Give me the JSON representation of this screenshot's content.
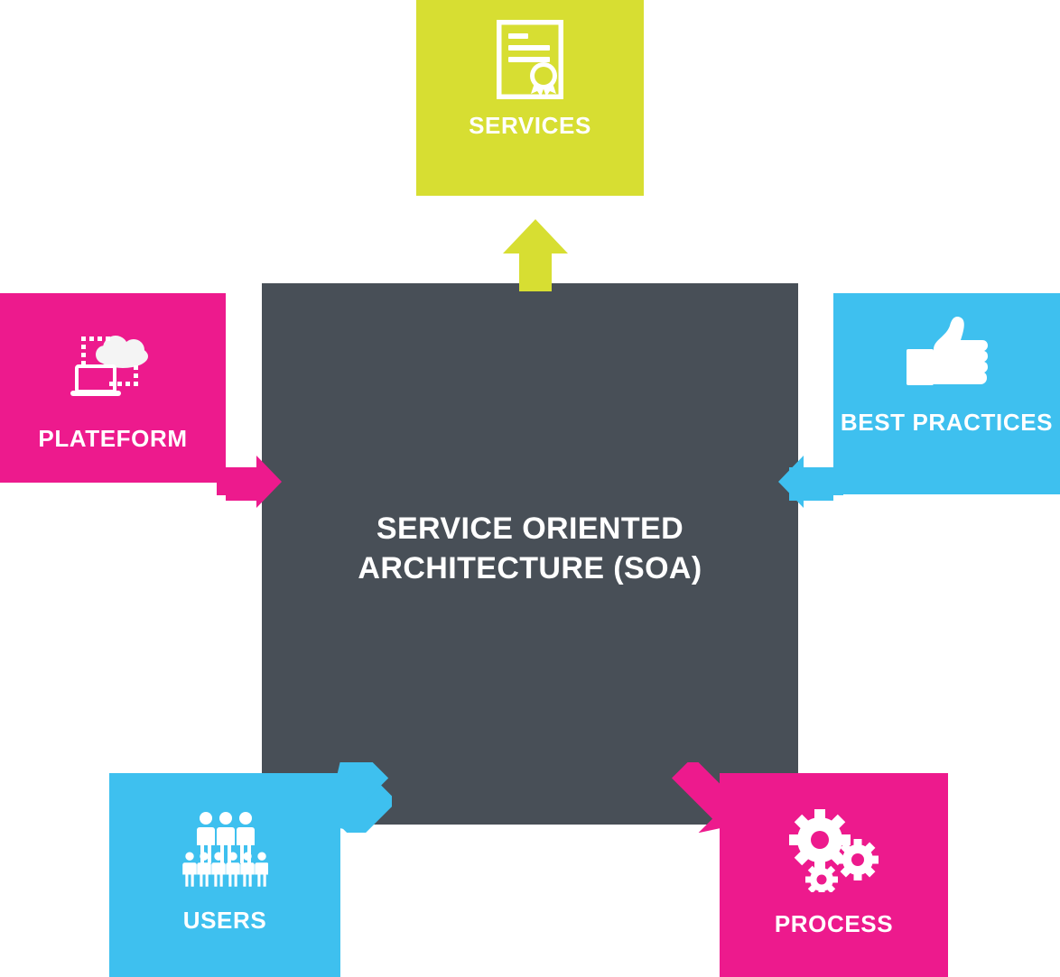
{
  "diagram": {
    "title": "Service Oriented Architecture (SOA) component diagram",
    "center": {
      "label": "SERVICE ORIENTED\nARCHITECTURE (SOA)",
      "color": "#484F57"
    },
    "nodes": [
      {
        "id": "services",
        "label": "SERVICES",
        "icon": "certificate-icon",
        "color": "#D7DE32",
        "position": "top",
        "arrow": {
          "name": "arrow-up-services",
          "direction": "up",
          "color": "#D7DE32"
        }
      },
      {
        "id": "plateform",
        "label": "PLATEFORM",
        "icon": "cloud-laptop-icon",
        "color": "#ED1A8D",
        "position": "left",
        "arrow": {
          "name": "arrow-right-plateform",
          "direction": "right",
          "color": "#ED1A8D"
        }
      },
      {
        "id": "best-practices",
        "label": "BEST\nPRACTICES",
        "icon": "thumbs-up-icon",
        "color": "#3EC0EF",
        "position": "right",
        "arrow": {
          "name": "arrow-left-best-practices",
          "direction": "left",
          "color": "#3EC0EF"
        }
      },
      {
        "id": "users",
        "label": "USERS",
        "icon": "people-group-icon",
        "color": "#3EC0EF",
        "position": "bottom-left",
        "arrow": {
          "name": "arrow-down-left-users",
          "direction": "down-left",
          "color": "#3EC0EF"
        }
      },
      {
        "id": "process",
        "label": "PROCESS",
        "icon": "gears-icon",
        "color": "#ED1A8D",
        "position": "bottom-right",
        "arrow": {
          "name": "arrow-down-right-process",
          "direction": "down-right",
          "color": "#ED1A8D"
        }
      }
    ],
    "background": "#FFFFFF",
    "text_color": "#FFFFFF"
  }
}
